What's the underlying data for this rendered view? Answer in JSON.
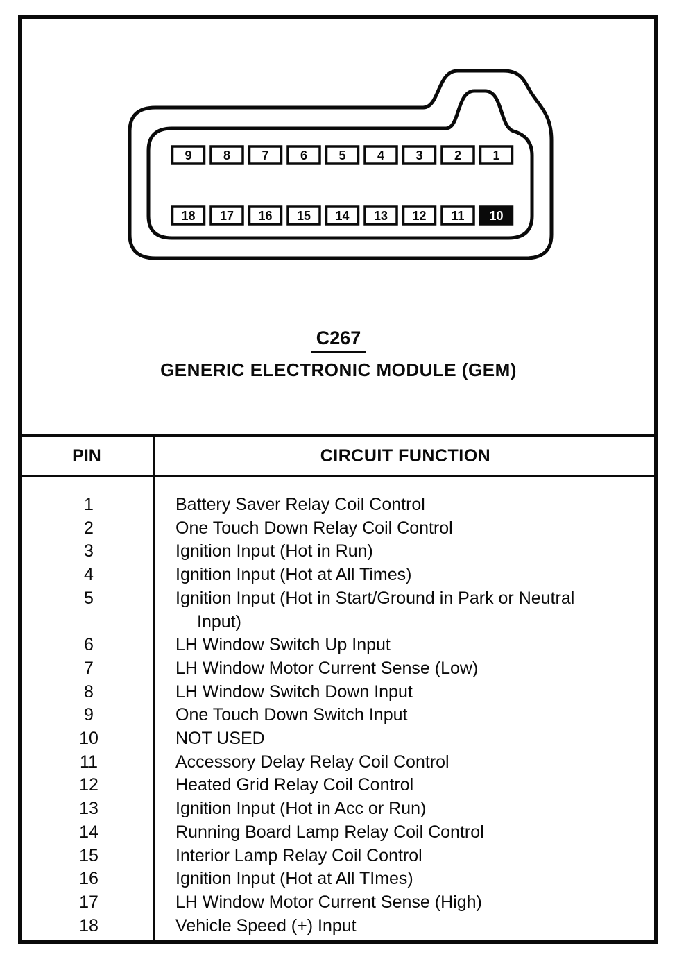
{
  "figure": {
    "connector_id_label": "C267",
    "connector_name": "GENERIC ELECTRONIC MODULE (GEM)",
    "pins_top_row": [
      "9",
      "8",
      "7",
      "6",
      "5",
      "4",
      "3",
      "2",
      "1"
    ],
    "pins_bottom_row": [
      "18",
      "17",
      "16",
      "15",
      "14",
      "13",
      "12",
      "11",
      "10"
    ],
    "highlighted_pin": "10"
  },
  "table": {
    "header": {
      "pin": "PIN",
      "function": "CIRCUIT FUNCTION"
    },
    "rows": [
      {
        "pin": "1",
        "function": "Battery Saver Relay Coil Control"
      },
      {
        "pin": "2",
        "function": "One Touch Down Relay Coil Control"
      },
      {
        "pin": "3",
        "function": "Ignition Input (Hot in Run)"
      },
      {
        "pin": "4",
        "function": "Ignition Input (Hot at All Times)"
      },
      {
        "pin": "5",
        "function": "Ignition Input (Hot in Start/Ground in Park or Neutral\nInput)"
      },
      {
        "pin": "6",
        "function": "LH Window Switch Up Input"
      },
      {
        "pin": "7",
        "function": "LH Window Motor Current Sense (Low)"
      },
      {
        "pin": "8",
        "function": "LH Window Switch Down Input"
      },
      {
        "pin": "9",
        "function": "One Touch Down Switch Input"
      },
      {
        "pin": "10",
        "function": "NOT USED"
      },
      {
        "pin": "11",
        "function": "Accessory Delay Relay Coil Control"
      },
      {
        "pin": "12",
        "function": "Heated Grid Relay Coil Control"
      },
      {
        "pin": "13",
        "function": "Ignition Input (Hot in Acc or Run)"
      },
      {
        "pin": "14",
        "function": "Running Board Lamp Relay Coil Control"
      },
      {
        "pin": "15",
        "function": "Interior Lamp Relay Coil Control"
      },
      {
        "pin": "16",
        "function": "Ignition Input (Hot at All TImes)"
      },
      {
        "pin": "17",
        "function": "LH Window Motor Current Sense (High)"
      },
      {
        "pin": "18",
        "function": "Vehicle Speed (+) Input"
      }
    ]
  },
  "colors": {
    "ink": "#0a0a0a",
    "paper": "#ffffff",
    "highlighted_pin_fill": "#0a0a0a",
    "highlighted_pin_text": "#ffffff"
  }
}
